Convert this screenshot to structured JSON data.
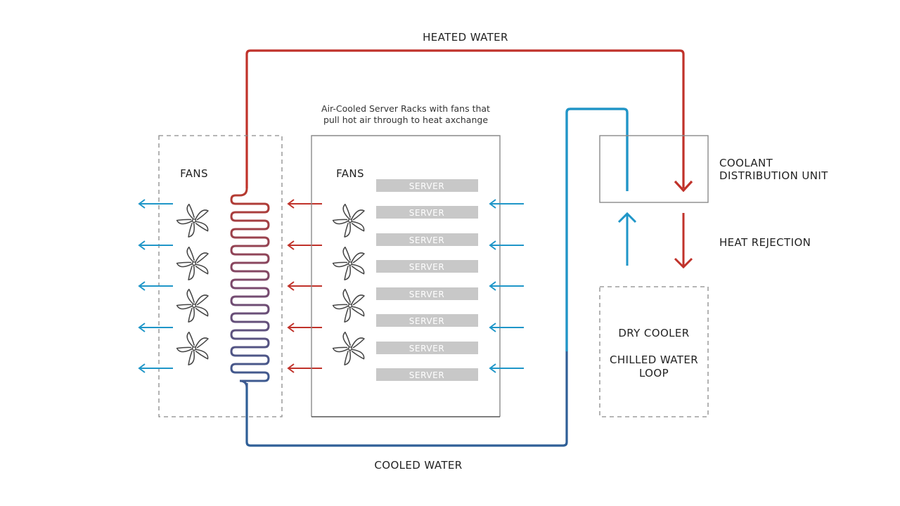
{
  "labels": {
    "heated_water": "HEATED WATER",
    "cooled_water": "COOLED WATER",
    "caption_line1": "Air-Cooled Server Racks with fans that",
    "caption_line2": "pull hot air through to heat axchange",
    "fans_left": "FANS",
    "fans_rack": "FANS",
    "cdu_line1": "COOLANT",
    "cdu_line2": "DISTRIBUTION UNIT",
    "heat_rejection": "HEAT REJECTION",
    "dry_cooler": "DRY COOLER",
    "chilled_line1": "CHILLED WATER",
    "chilled_line2": "LOOP"
  },
  "servers": [
    "SERVER",
    "SERVER",
    "SERVER",
    "SERVER",
    "SERVER",
    "SERVER",
    "SERVER",
    "SERVER"
  ],
  "colors": {
    "hot": "#c0322a",
    "cold": "#1f96c8",
    "cooled_pipe": "#2f5f97",
    "gray": "#8a8a8a",
    "server_fill": "#c8c8c8",
    "fan_stroke": "#444444"
  }
}
